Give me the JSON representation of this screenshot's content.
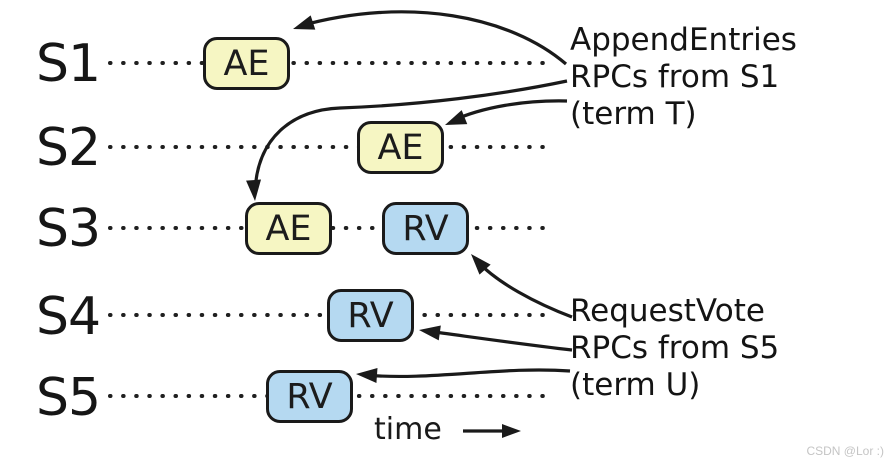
{
  "servers": [
    {
      "label": "S1"
    },
    {
      "label": "S2"
    },
    {
      "label": "S3"
    },
    {
      "label": "S4"
    },
    {
      "label": "S5"
    }
  ],
  "events": [
    {
      "server": "S1",
      "kind": "append-entries",
      "label": "AE"
    },
    {
      "server": "S2",
      "kind": "append-entries",
      "label": "AE"
    },
    {
      "server": "S3",
      "kind": "append-entries",
      "label": "AE"
    },
    {
      "server": "S3",
      "kind": "request-vote",
      "label": "RV"
    },
    {
      "server": "S4",
      "kind": "request-vote",
      "label": "RV"
    },
    {
      "server": "S5",
      "kind": "request-vote",
      "label": "RV"
    }
  ],
  "annotations": {
    "append_entries": {
      "lines": [
        "AppendEntries",
        "RPCs from S1",
        "(term T)"
      ]
    },
    "request_vote": {
      "lines": [
        "RequestVote",
        "RPCs from S5",
        "(term U)"
      ]
    }
  },
  "axis": {
    "time_label": "time"
  },
  "watermark": "CSDN @Lor :)",
  "colors": {
    "append_entries_fill": "#f6f6c3",
    "request_vote_fill": "#b5d9f1",
    "stroke": "#1a1a1a",
    "watermark": "#c5c5c5"
  }
}
